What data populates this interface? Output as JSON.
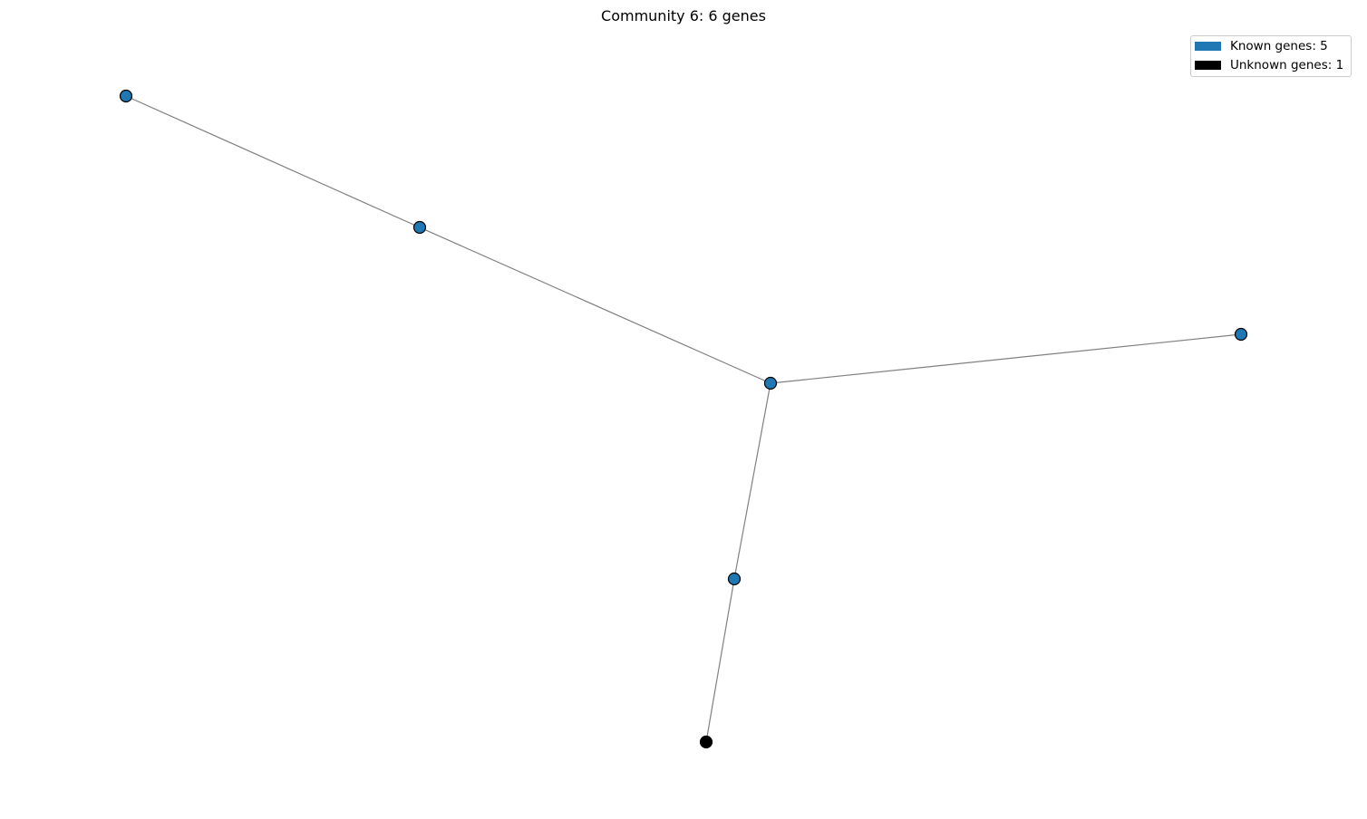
{
  "title": "Community 6: 6 genes",
  "legend": [
    {
      "label": "Known genes: 5",
      "color": "#1f77b4"
    },
    {
      "label": "Unknown genes: 1",
      "color": "#000000"
    }
  ],
  "colors": {
    "known": "#1f77b4",
    "unknown": "#000000",
    "edge": "#808080",
    "node_outline": "#000000"
  },
  "nodes": [
    {
      "id": "n1",
      "status": "known"
    },
    {
      "id": "n2",
      "status": "known"
    },
    {
      "id": "n3",
      "status": "known"
    },
    {
      "id": "n4",
      "status": "known"
    },
    {
      "id": "n5",
      "status": "known"
    },
    {
      "id": "n6",
      "status": "unknown"
    }
  ],
  "edges": [
    [
      "n1",
      "n2"
    ],
    [
      "n2",
      "n3"
    ],
    [
      "n3",
      "n4"
    ],
    [
      "n3",
      "n5"
    ],
    [
      "n5",
      "n6"
    ]
  ]
}
